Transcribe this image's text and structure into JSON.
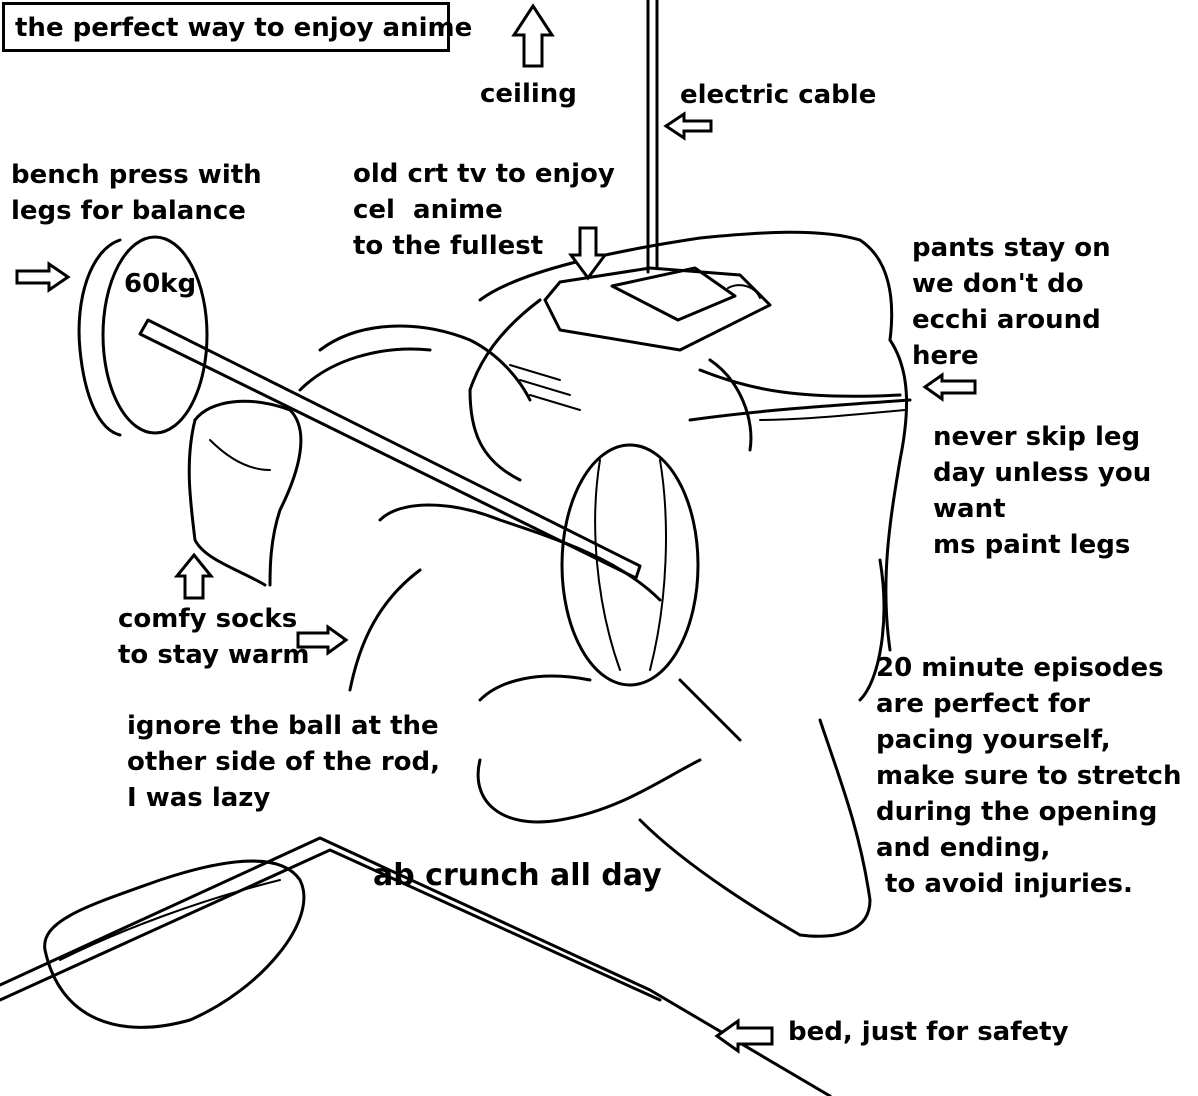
{
  "title": "the perfect way to enjoy anime",
  "labels": {
    "ceiling": "ceiling",
    "electric_cable": "electric cable",
    "bench_press": "bench press with\nlegs for balance",
    "weight": "60kg",
    "crt_tv": "old crt tv to enjoy\ncel  anime\nto the fullest",
    "pants": "pants stay on\nwe don't do\necchi around\nhere",
    "leg_day": "never skip leg\nday unless you\nwant\nms paint legs",
    "socks": "comfy socks\nto stay warm",
    "ball": "ignore the ball at the\nother side of the rod,\nI was lazy",
    "episodes": "20 minute episodes\nare perfect for\npacing yourself,\nmake sure to stretch\nduring the opening\nand ending,\n to avoid injuries.",
    "crunch": "ab crunch all day",
    "bed": "bed, just for safety"
  },
  "icons": [
    "up-arrow-icon",
    "left-arrow-icon",
    "right-arrow-icon",
    "down-arrow-icon"
  ]
}
